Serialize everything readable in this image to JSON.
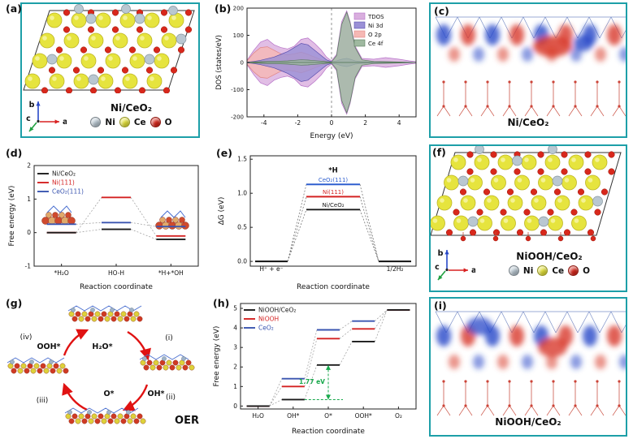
{
  "figure": {
    "border_color": "#1d9fa8"
  },
  "panels": {
    "a": {
      "label": "(a)",
      "caption": "Ni/CeO₂",
      "axes": {
        "b": "b",
        "c": "c",
        "a": "a"
      },
      "atom_legend": [
        {
          "name": "Ni",
          "color": "#b9c7d1"
        },
        {
          "name": "Ce",
          "color": "#e4e23a"
        },
        {
          "name": "O",
          "color": "#d8281c"
        }
      ]
    },
    "b": {
      "label": "(b)"
    },
    "c": {
      "label": "(c)",
      "caption": "Ni/CeO₂"
    },
    "d": {
      "label": "(d)"
    },
    "e": {
      "label": "(e)"
    },
    "f": {
      "label": "(f)",
      "caption": "NiOOH/CeO₂",
      "axes": {
        "b": "b",
        "c": "c",
        "a": "a"
      },
      "atom_legend": [
        {
          "name": "Ni",
          "color": "#b9c7d1"
        },
        {
          "name": "Ce",
          "color": "#e4e23a"
        },
        {
          "name": "O",
          "color": "#d8281c"
        }
      ]
    },
    "g": {
      "label": "(g)",
      "title": "OER",
      "steps": [
        "(i)",
        "(ii)",
        "(iii)",
        "(iv)"
      ],
      "species": [
        "OOH*",
        "H₂O*",
        "O*",
        "OH*"
      ],
      "arrow_color": "#e01212"
    },
    "h": {
      "label": "(h)"
    },
    "i": {
      "label": "(i)",
      "caption": "NiOOH/CeO₂"
    }
  },
  "chart_data": [
    {
      "id": "dos",
      "panel": "b",
      "type": "area",
      "xlabel": "Energy (eV)",
      "ylabel": "DOS (states/eV)",
      "xlim": [
        -5,
        5
      ],
      "ylim": [
        -200,
        200
      ],
      "xticks": [
        -4,
        -2,
        0,
        2,
        4
      ],
      "yticks": [
        -200,
        -100,
        0,
        100,
        200
      ],
      "fermi_level_x": 0,
      "mirrored": true,
      "x": [
        -5,
        -4.6,
        -4.2,
        -3.8,
        -3.4,
        -3.0,
        -2.6,
        -2.2,
        -1.8,
        -1.4,
        -1.0,
        -0.6,
        -0.3,
        0,
        0.3,
        0.6,
        0.9,
        1.1,
        1.4,
        1.8,
        2.5,
        3.2,
        4.0,
        4.6,
        5.0
      ],
      "series": [
        {
          "name": "TDOS",
          "color": "#b671c8",
          "fill": "#d9aede",
          "y": [
            8,
            45,
            75,
            85,
            65,
            55,
            50,
            60,
            85,
            90,
            70,
            45,
            20,
            6,
            30,
            150,
            190,
            150,
            60,
            15,
            12,
            18,
            12,
            6,
            3
          ]
        },
        {
          "name": "Ni 3d",
          "color": "#5b4fae",
          "fill": "#9a90d6",
          "y": [
            1,
            4,
            8,
            14,
            20,
            30,
            40,
            55,
            70,
            65,
            45,
            25,
            10,
            3,
            6,
            12,
            15,
            12,
            6,
            3,
            2,
            2,
            1,
            1,
            0
          ]
        },
        {
          "name": "O 2p",
          "color": "#e08585",
          "fill": "#f6b8b4",
          "y": [
            6,
            35,
            55,
            58,
            45,
            32,
            28,
            32,
            38,
            30,
            20,
            10,
            5,
            2,
            3,
            8,
            10,
            8,
            4,
            2,
            1,
            1,
            1,
            0,
            0
          ]
        },
        {
          "name": "Ce 4f",
          "color": "#5a7a5e",
          "fill": "#9fb9a0",
          "y": [
            1,
            2,
            3,
            4,
            4,
            5,
            6,
            8,
            10,
            9,
            7,
            5,
            3,
            2,
            25,
            140,
            185,
            145,
            55,
            10,
            4,
            3,
            2,
            1,
            0
          ]
        }
      ]
    },
    {
      "id": "water_dissociation",
      "panel": "d",
      "type": "step",
      "xlabel": "Reaction coordinate",
      "ylabel": "Free energy (eV)",
      "ylim": [
        -1,
        2
      ],
      "yticks": [
        -1,
        0,
        1,
        2
      ],
      "categories": [
        "*H₂O",
        "HO-H",
        "*H+*OH"
      ],
      "series": [
        {
          "name": "Ni/CeO₂",
          "color": "#1a1a1a",
          "values": [
            0.0,
            0.1,
            -0.2
          ]
        },
        {
          "name": "Ni(111)",
          "color": "#d42222",
          "values": [
            0.0,
            1.05,
            -0.1
          ]
        },
        {
          "name": "CeO₂(111)",
          "color": "#3a55b0",
          "values": [
            0.25,
            0.3,
            0.18
          ]
        }
      ]
    },
    {
      "id": "hydrogen_adsorption",
      "panel": "e",
      "type": "barrier",
      "xlabel": "Reaction coordinate",
      "ylabel": "ΔG (eV)",
      "ylim": [
        -0.07,
        1.55
      ],
      "yticks": [
        0,
        0.5,
        1,
        1.5
      ],
      "start": {
        "label": "H⁺ + e⁻",
        "value": 0
      },
      "end": {
        "label": "1/2H₂",
        "value": 0
      },
      "transition_label": "*H",
      "states": [
        {
          "name": "CeO₂(111)",
          "color": "#2f5fcf",
          "value": 1.13
        },
        {
          "name": "Ni(111)",
          "color": "#d42222",
          "value": 0.95
        },
        {
          "name": "Ni/CeO₂",
          "color": "#1a1a1a",
          "value": 0.76
        }
      ]
    },
    {
      "id": "oer_free_energy",
      "panel": "h",
      "type": "step",
      "xlabel": "Reaction coordinate",
      "ylabel": "Free energy (eV)",
      "ylim": [
        -0.15,
        5.25
      ],
      "yticks": [
        0,
        1,
        2,
        3,
        4,
        5
      ],
      "categories": [
        "H₂O",
        "OH*",
        "O*",
        "OOH*",
        "O₂"
      ],
      "series": [
        {
          "name": "NiOOH/CeO₂",
          "color": "#1a1a1a",
          "values": [
            0,
            0.33,
            2.1,
            3.3,
            4.92
          ]
        },
        {
          "name": "NiOOH",
          "color": "#d42222",
          "values": [
            0,
            1.0,
            3.45,
            3.95,
            4.92
          ]
        },
        {
          "name": "CeO₂",
          "color": "#3a55b0",
          "values": [
            0,
            1.4,
            3.9,
            4.35,
            4.92
          ]
        }
      ],
      "annotation": {
        "text": "1.77 eV",
        "color": "#18a94c",
        "from_value": 0.33,
        "to_value": 2.1,
        "at_category": 2
      }
    }
  ]
}
